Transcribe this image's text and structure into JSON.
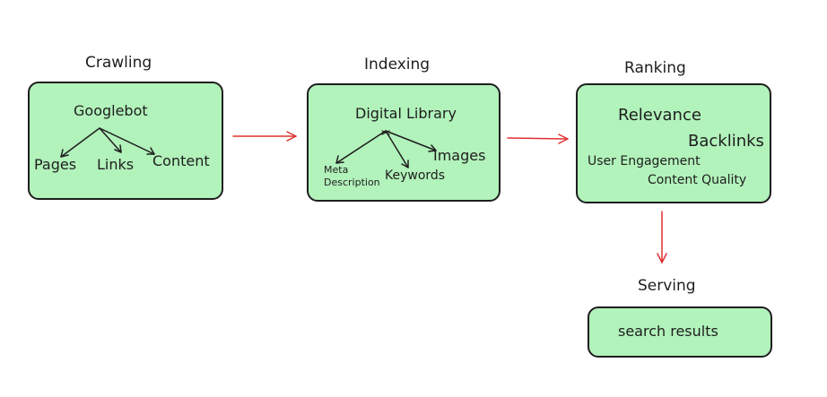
{
  "stages": {
    "crawling": {
      "title": "Crawling",
      "root": "Googlebot",
      "children": [
        "Pages",
        "Links",
        "Content"
      ]
    },
    "indexing": {
      "title": "Indexing",
      "root": "Digital Library",
      "children": [
        "Meta Description",
        "Keywords",
        "Images"
      ]
    },
    "ranking": {
      "title": "Ranking",
      "factors": [
        "Relevance",
        "Backlinks",
        "User Engagement",
        "Content Quality"
      ]
    },
    "serving": {
      "title": "Serving",
      "content": "search results"
    }
  },
  "colors": {
    "box_fill": "#b2f2bb",
    "stroke": "#1e1e1e",
    "flow_arrow": "#e03131"
  }
}
